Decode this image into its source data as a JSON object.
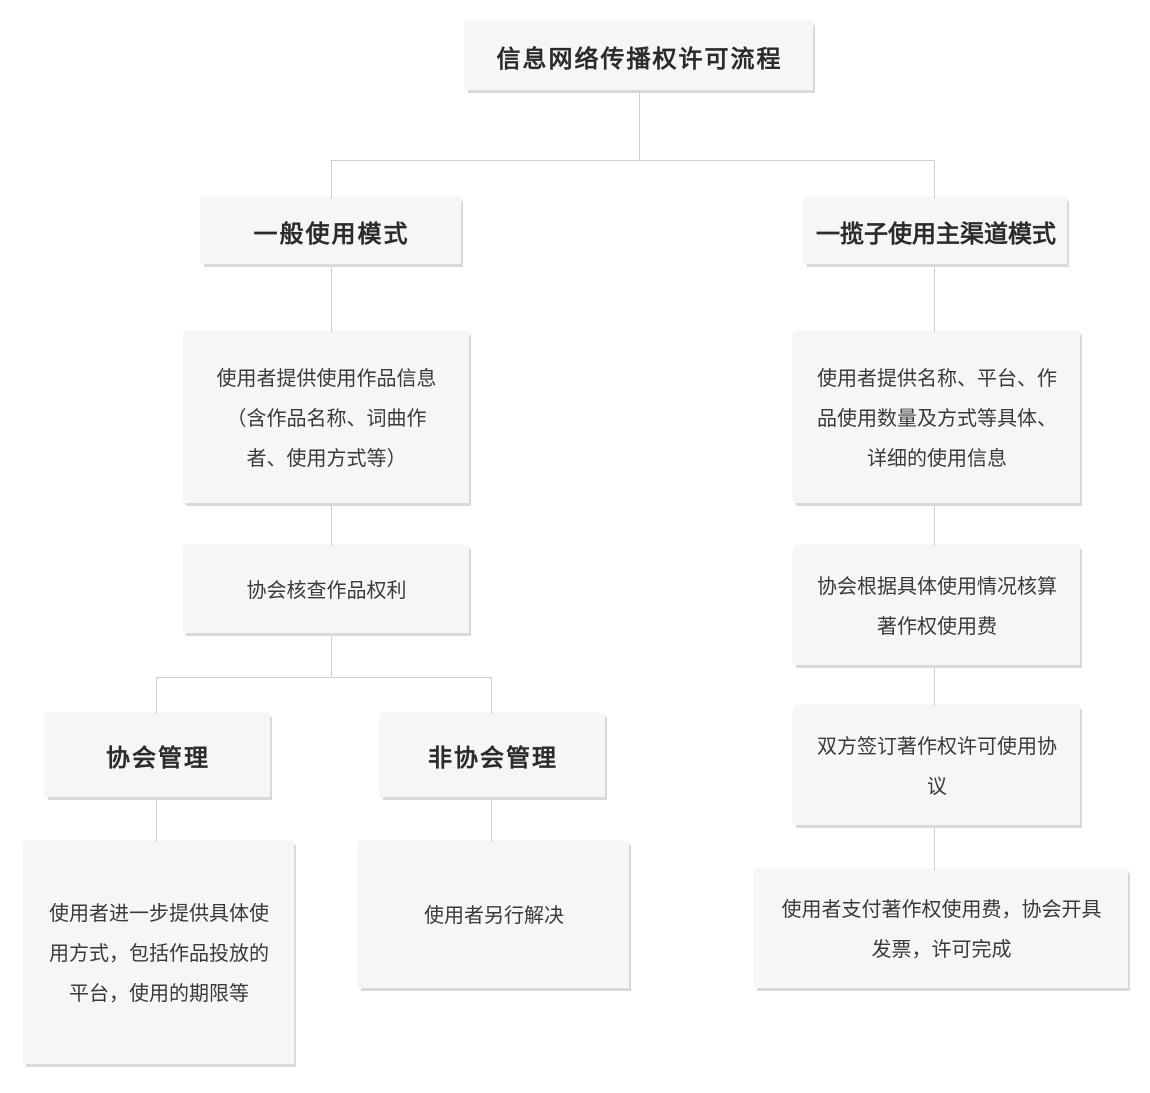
{
  "title": "信息网络传播权许可流程",
  "general_mode": {
    "label": "一般使用模式",
    "step1": "使用者提供使用作品信息（含作品名称、词曲作者、使用方式等）",
    "step2": "协会核查作品权利",
    "branch_managed": {
      "label": "协会管理",
      "step": "使用者进一步提供具体使用方式，包括作品投放的平台，使用的期限等"
    },
    "branch_unmanaged": {
      "label": "非协会管理",
      "step": "使用者另行解决"
    }
  },
  "blanket_mode": {
    "label": "一揽子使用主渠道模式",
    "step1": "使用者提供名称、平台、作品使用数量及方式等具体、详细的使用信息",
    "step2": "协会根据具体使用情况核算著作权使用费",
    "step3": "双方签订著作权许可使用协议",
    "step4": "使用者支付著作权使用费，协会开具发票，许可完成"
  },
  "colors": {
    "node_fill": "#f6f6f6",
    "node_shadow": "#d9d9d9",
    "connector": "#cfcfcf",
    "text": "#333333"
  }
}
